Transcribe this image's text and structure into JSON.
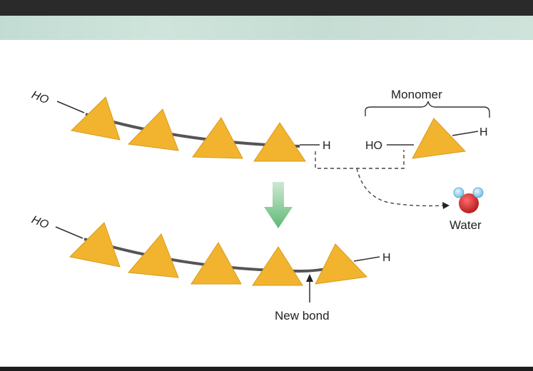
{
  "labels": {
    "ho_top": "HO",
    "h_top": "H",
    "ho_monomer": "HO",
    "h_monomer": "H",
    "monomer": "Monomer",
    "water": "Water",
    "ho_bottom": "HO",
    "h_bottom": "H",
    "new_bond": "New bond"
  },
  "colors": {
    "triangle_fill": "#f2b42f",
    "triangle_stroke": "#d79a1a",
    "bond_line": "#555555",
    "arrow_green": "#6cc080",
    "water_oxygen": "#d62a2a",
    "water_hydrogen": "#9fd6ee"
  }
}
